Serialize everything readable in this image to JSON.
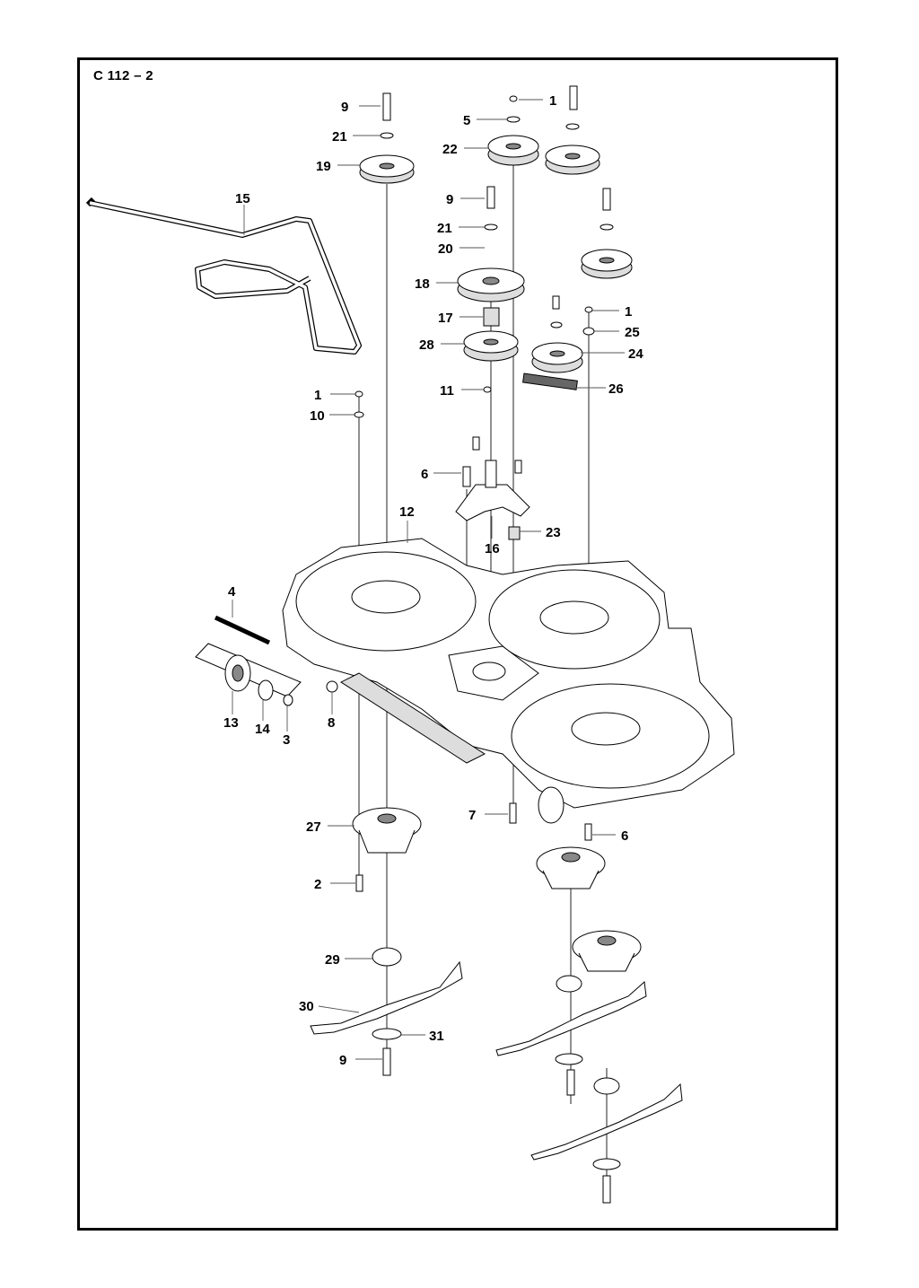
{
  "diagram": {
    "title": "C 112 – 2",
    "callouts": [
      "9",
      "21",
      "19",
      "15",
      "1",
      "5",
      "22",
      "9",
      "21",
      "20",
      "18",
      "17",
      "28",
      "1",
      "25",
      "24",
      "1",
      "10",
      "11",
      "26",
      "6",
      "12",
      "16",
      "23",
      "4",
      "13",
      "14",
      "3",
      "8",
      "27",
      "7",
      "6",
      "2",
      "29",
      "30",
      "31",
      "9"
    ]
  },
  "colors": {
    "line": "#000000",
    "paper": "#ffffff",
    "shade": "#dddddd"
  }
}
